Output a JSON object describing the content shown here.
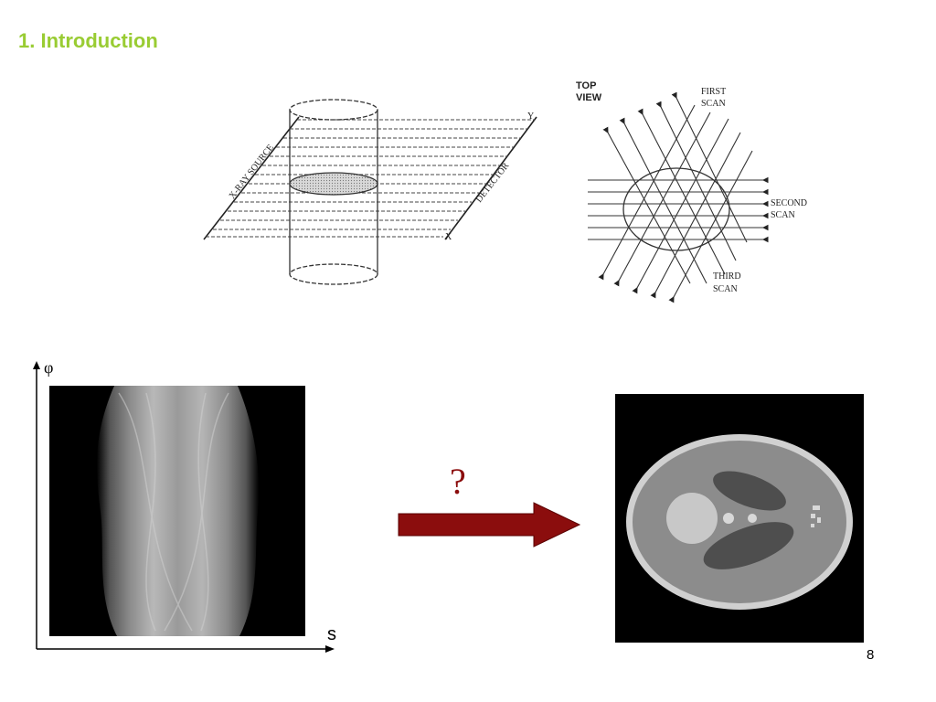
{
  "slide": {
    "title": "1. Introduction",
    "page_number": "8"
  },
  "scan_diagram": {
    "source_label": "X-RAY SOURCE",
    "detector_label": "DETECTOR",
    "x_label": "X",
    "y_label": "Y"
  },
  "top_view": {
    "title_line1": "TOP",
    "title_line2": "VIEW",
    "first_line1": "FIRST",
    "first_line2": "SCAN",
    "second_line1": "SECOND",
    "second_line2": "SCAN",
    "third_line1": "THIRD",
    "third_line2": "SCAN"
  },
  "sinogram": {
    "y_axis_label": "φ",
    "x_axis_label": "s"
  },
  "arrow": {
    "question": "?",
    "color": "#8b0d0d"
  },
  "phantom": {
    "background": "#000000"
  }
}
